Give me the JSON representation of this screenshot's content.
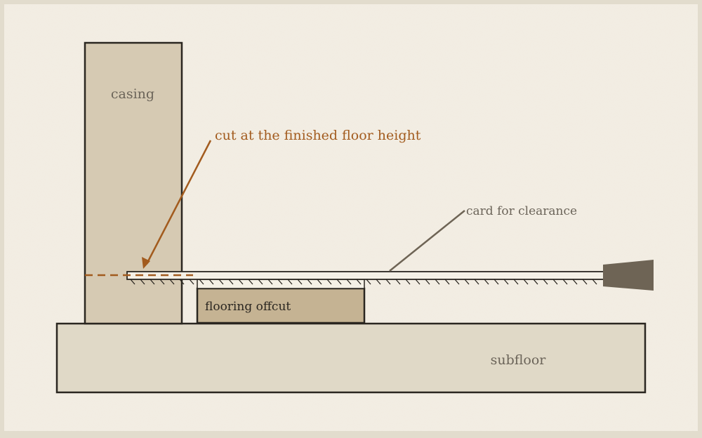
{
  "labels": {
    "casing": "casing",
    "cut_note": "cut at the finished floor height",
    "card_note": "card for clearance",
    "offcut": "flooring offcut",
    "subfloor": "subfloor"
  },
  "colors": {
    "page_border": "#e2dccd",
    "paper": "#f3eee4",
    "casing_fill": "#d6cab3",
    "offcut_fill": "#c5b393",
    "subfloor_fill": "#e0d9c7",
    "outline": "#2a2620",
    "accent": "#a25b1e",
    "label_gray": "#6b6459",
    "saw": "#6e6455",
    "card_fill": "#f4f0e6"
  }
}
